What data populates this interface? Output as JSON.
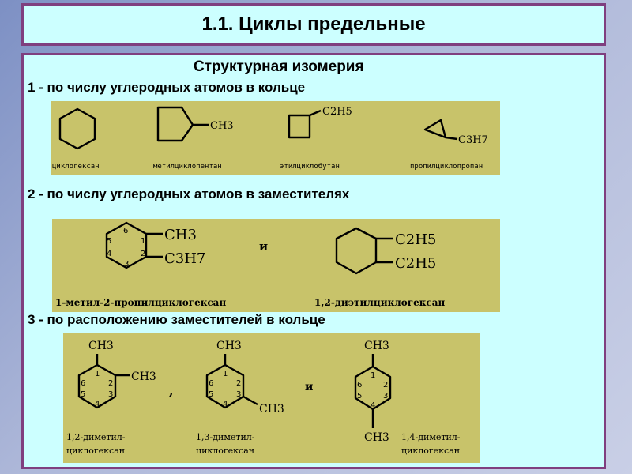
{
  "title": "1.1. Циклы предельные",
  "heading": "Структурная изомерия",
  "section1": {
    "text": "1 - по числу углеродных атомов в кольце",
    "labels": [
      "циклогексан",
      "метилциклопентан",
      "этилциклобутан",
      "пропилциклопропан"
    ],
    "subst": [
      "CH3",
      "C2H5",
      "C3H7"
    ]
  },
  "section2": {
    "text": "2 - по числу углеродных атомов в заместителях",
    "conj": "и",
    "labels": [
      "1-метил-2-пропилциклогексан",
      "1,2-диэтилциклогексан"
    ],
    "subst": [
      "CH3",
      "C3H7",
      "C2H5",
      "C2H5"
    ],
    "ring_numbers": [
      "6",
      "1",
      "2",
      "3",
      "4",
      "5"
    ]
  },
  "section3": {
    "text": "3 - по расположению заместителей в кольце",
    "sep1": ",",
    "sep2": "и",
    "subst": [
      "CH3",
      "CH3",
      "CH3",
      "CH3",
      "CH3",
      "CH3"
    ],
    "ring_numbers": [
      "1",
      "2",
      "3",
      "4",
      "5",
      "6"
    ],
    "labels": [
      [
        "1,2-диметил-",
        "циклогексан"
      ],
      [
        "1,3-диметил-",
        "циклогексан"
      ],
      [
        "1,4-диметил-",
        "циклогексан"
      ]
    ]
  }
}
